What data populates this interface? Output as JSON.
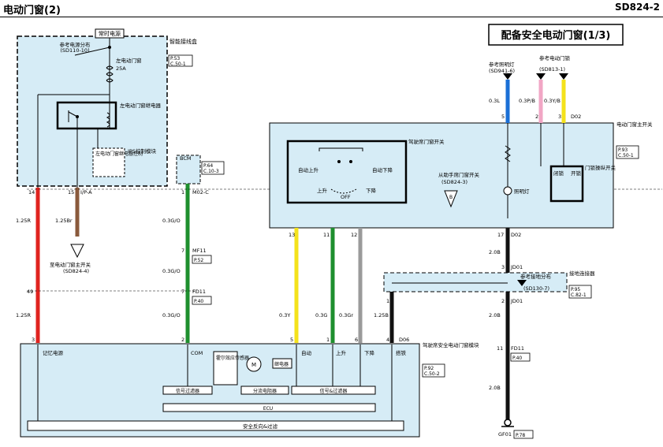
{
  "header": {
    "title": "电动门窗(2)",
    "page_code": "SD824-2"
  },
  "subtitle": "配备安全电动门窗(1/3)",
  "top_left": {
    "power_label": "常时电源",
    "ref_power": "参考电源分布",
    "ref_power_code": "(SD110-10)",
    "smart_box": "智能接线盒",
    "smart_ref1": "P.53",
    "smart_ref2": "C.50-1",
    "fuse_name": "左电动门窗",
    "fuse_amp": "25A",
    "relay_name": "左电动门窗继电器",
    "ips_label": "IPS控制模块",
    "ips_box": "左电动门窗继电器控制"
  },
  "bcm": {
    "name": "BCM",
    "ref1": "P.64",
    "ref2": "C.10-3"
  },
  "indicators": {
    "lamp_ref": "参考照明灯",
    "lamp_ref_code": "(SD941-6)",
    "lock_ref": "参考电动门锁",
    "lock_ref_code": "(SD813-1)"
  },
  "main_switch": {
    "name": "电动门窗主开关",
    "ref1": "P.93",
    "ref2": "C.50-1",
    "driver_switch": "驾驶席门窗开关",
    "auto_up": "自动上升",
    "auto_down": "自动下降",
    "up": "上升",
    "off": "OFF",
    "down": "下降",
    "passenger": "从助手席门窗开关",
    "passenger_code": "(SD824-3)",
    "lamp": "照明灯",
    "lock_switch": "门锁操纵开关",
    "lock": "闭锁",
    "unlock": "开锁",
    "conn_d02": "D02"
  },
  "wires": {
    "w_red_pin": "14",
    "w_red_color": "1.25R",
    "w_brown_pin": "15",
    "w_brown_conn": "I/P-A",
    "w_brown_color": "1.25Br",
    "rear_switch": "至电动门窗主开关",
    "rear_switch_code": "(SD824-4)",
    "m02_pin": "1",
    "m02": "M02-C",
    "g_color1": "0.3G/O",
    "mf11_pin": "7",
    "mf11": "MF11",
    "mf11_ref": "P.52",
    "g_color2": "0.3G/O",
    "fd11_pin": "7",
    "fd11": "FD11",
    "fd11_ref": "P.40",
    "g_color3": "0.3G/O",
    "red_fd_pin": "49",
    "red_color2": "1.25R",
    "pin13": "13",
    "pin11": "11",
    "pin12": "12",
    "pin17": "17",
    "d02_b": "D02",
    "y_color": "0.3Y",
    "g_color": "0.3G",
    "gr_color": "0.3Gr",
    "b_color1": "2.0B",
    "jd01_pin": "3",
    "jd01": "JD01",
    "jc_ref": "参考接地分布",
    "jc_code": "(SD130-7)",
    "jc_name": "接地连接器",
    "jc_ref1": "P.95",
    "jc_ref2": "C.82-1",
    "jd01_pin2": "2",
    "jd01_b": "JD01",
    "pin1": "1",
    "b125": "1.25B",
    "b_color2": "2.0B",
    "fd11b_pin": "11",
    "fd11b": "FD11",
    "fd11b_ref": "P.40",
    "b_color3": "2.0B",
    "gf01": "GF01",
    "gf01_ref": "P.78",
    "lamp_wire": "0.3L",
    "lamp_pin": "5",
    "pink_wire": "0.3P/B",
    "pink_pin": "2",
    "yb_wire": "0.3Y/B",
    "yb_pin": "3"
  },
  "module": {
    "name": "驾驶席安全电动门窗模块",
    "ref1": "P.92",
    "ref2": "C.50-2",
    "pin3": "3",
    "mem": "记忆电源",
    "pin2": "2",
    "com": "COM",
    "pin5": "5",
    "auto": "自动",
    "pin1": "1",
    "up": "上升",
    "pin6": "6",
    "down": "下降",
    "pin4": "4",
    "gnd": "搭铁",
    "d06": "D06",
    "hall": "霍尔效应传感器",
    "relay": "继电器",
    "motor": "M",
    "sig_filter": "信号过滤器",
    "shunt": "分流电阻器",
    "sig_filter2": "信号&过滤器",
    "ecu": "ECU",
    "safety": "安全反向&过滤"
  },
  "colors": {
    "blue": "#d6ecf6",
    "red": "#e0231f",
    "brown": "#8a5a3c",
    "green": "#1e8f2e",
    "yellow": "#f4e21b",
    "gray": "#9a9a9a",
    "black": "#111111",
    "lblue": "#1a6fd6",
    "pink": "#f1a6c5"
  }
}
